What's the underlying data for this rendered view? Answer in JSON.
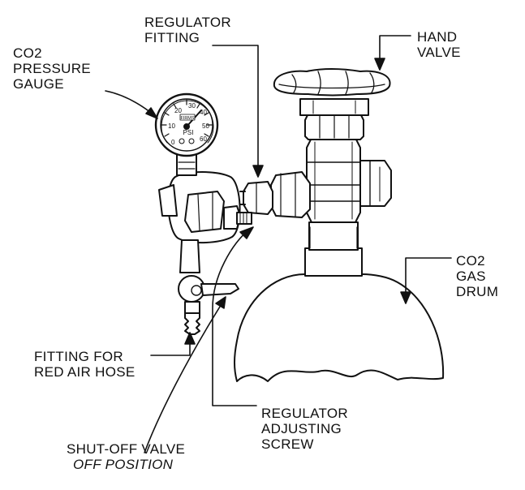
{
  "labels": {
    "regulator_fitting": [
      "REGULATOR",
      "FITTING"
    ],
    "hand_valve": [
      "HAND",
      "VALVE"
    ],
    "co2_pressure_gauge": [
      "CO2",
      "PRESSURE",
      "GAUGE"
    ],
    "co2_gas_drum": [
      "CO2",
      "GAS",
      "DRUM"
    ],
    "fitting_for_red_air_hose": [
      "FITTING FOR",
      "RED AIR HOSE"
    ],
    "regulator_adjusting_screw": [
      "REGULATOR",
      "ADJUSTING",
      "SCREW"
    ],
    "shut_off_valve": [
      "SHUT-OFF VALVE"
    ],
    "off_position": "OFF POSITION"
  },
  "gauge": {
    "brand": "FIRMS",
    "unit": "PSI",
    "ticks": [
      "0",
      "10",
      "20",
      "30",
      "40",
      "50",
      "60"
    ]
  }
}
